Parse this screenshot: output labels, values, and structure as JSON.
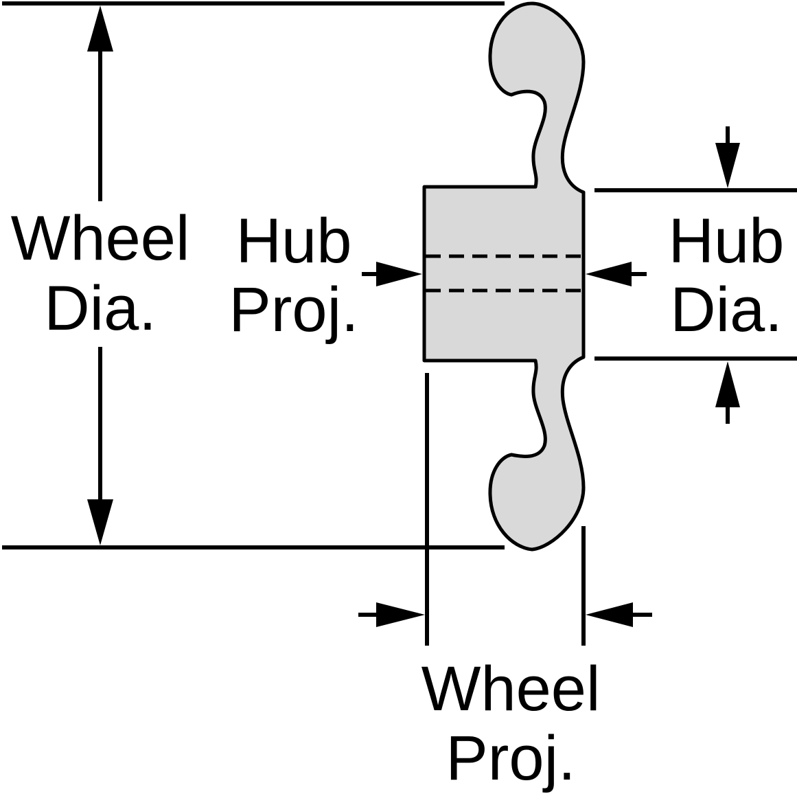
{
  "labels": {
    "wheel_dia": {
      "line1": "Wheel",
      "line2": "Dia."
    },
    "hub_proj": {
      "line1": "Hub",
      "line2": "Proj."
    },
    "hub_dia": {
      "line1": "Hub",
      "line2": "Dia."
    },
    "wheel_proj": {
      "line1": "Wheel",
      "line2": "Proj."
    }
  },
  "colors": {
    "wheel_fill": "#d9d9d9",
    "line": "#000000",
    "background": "#ffffff"
  }
}
